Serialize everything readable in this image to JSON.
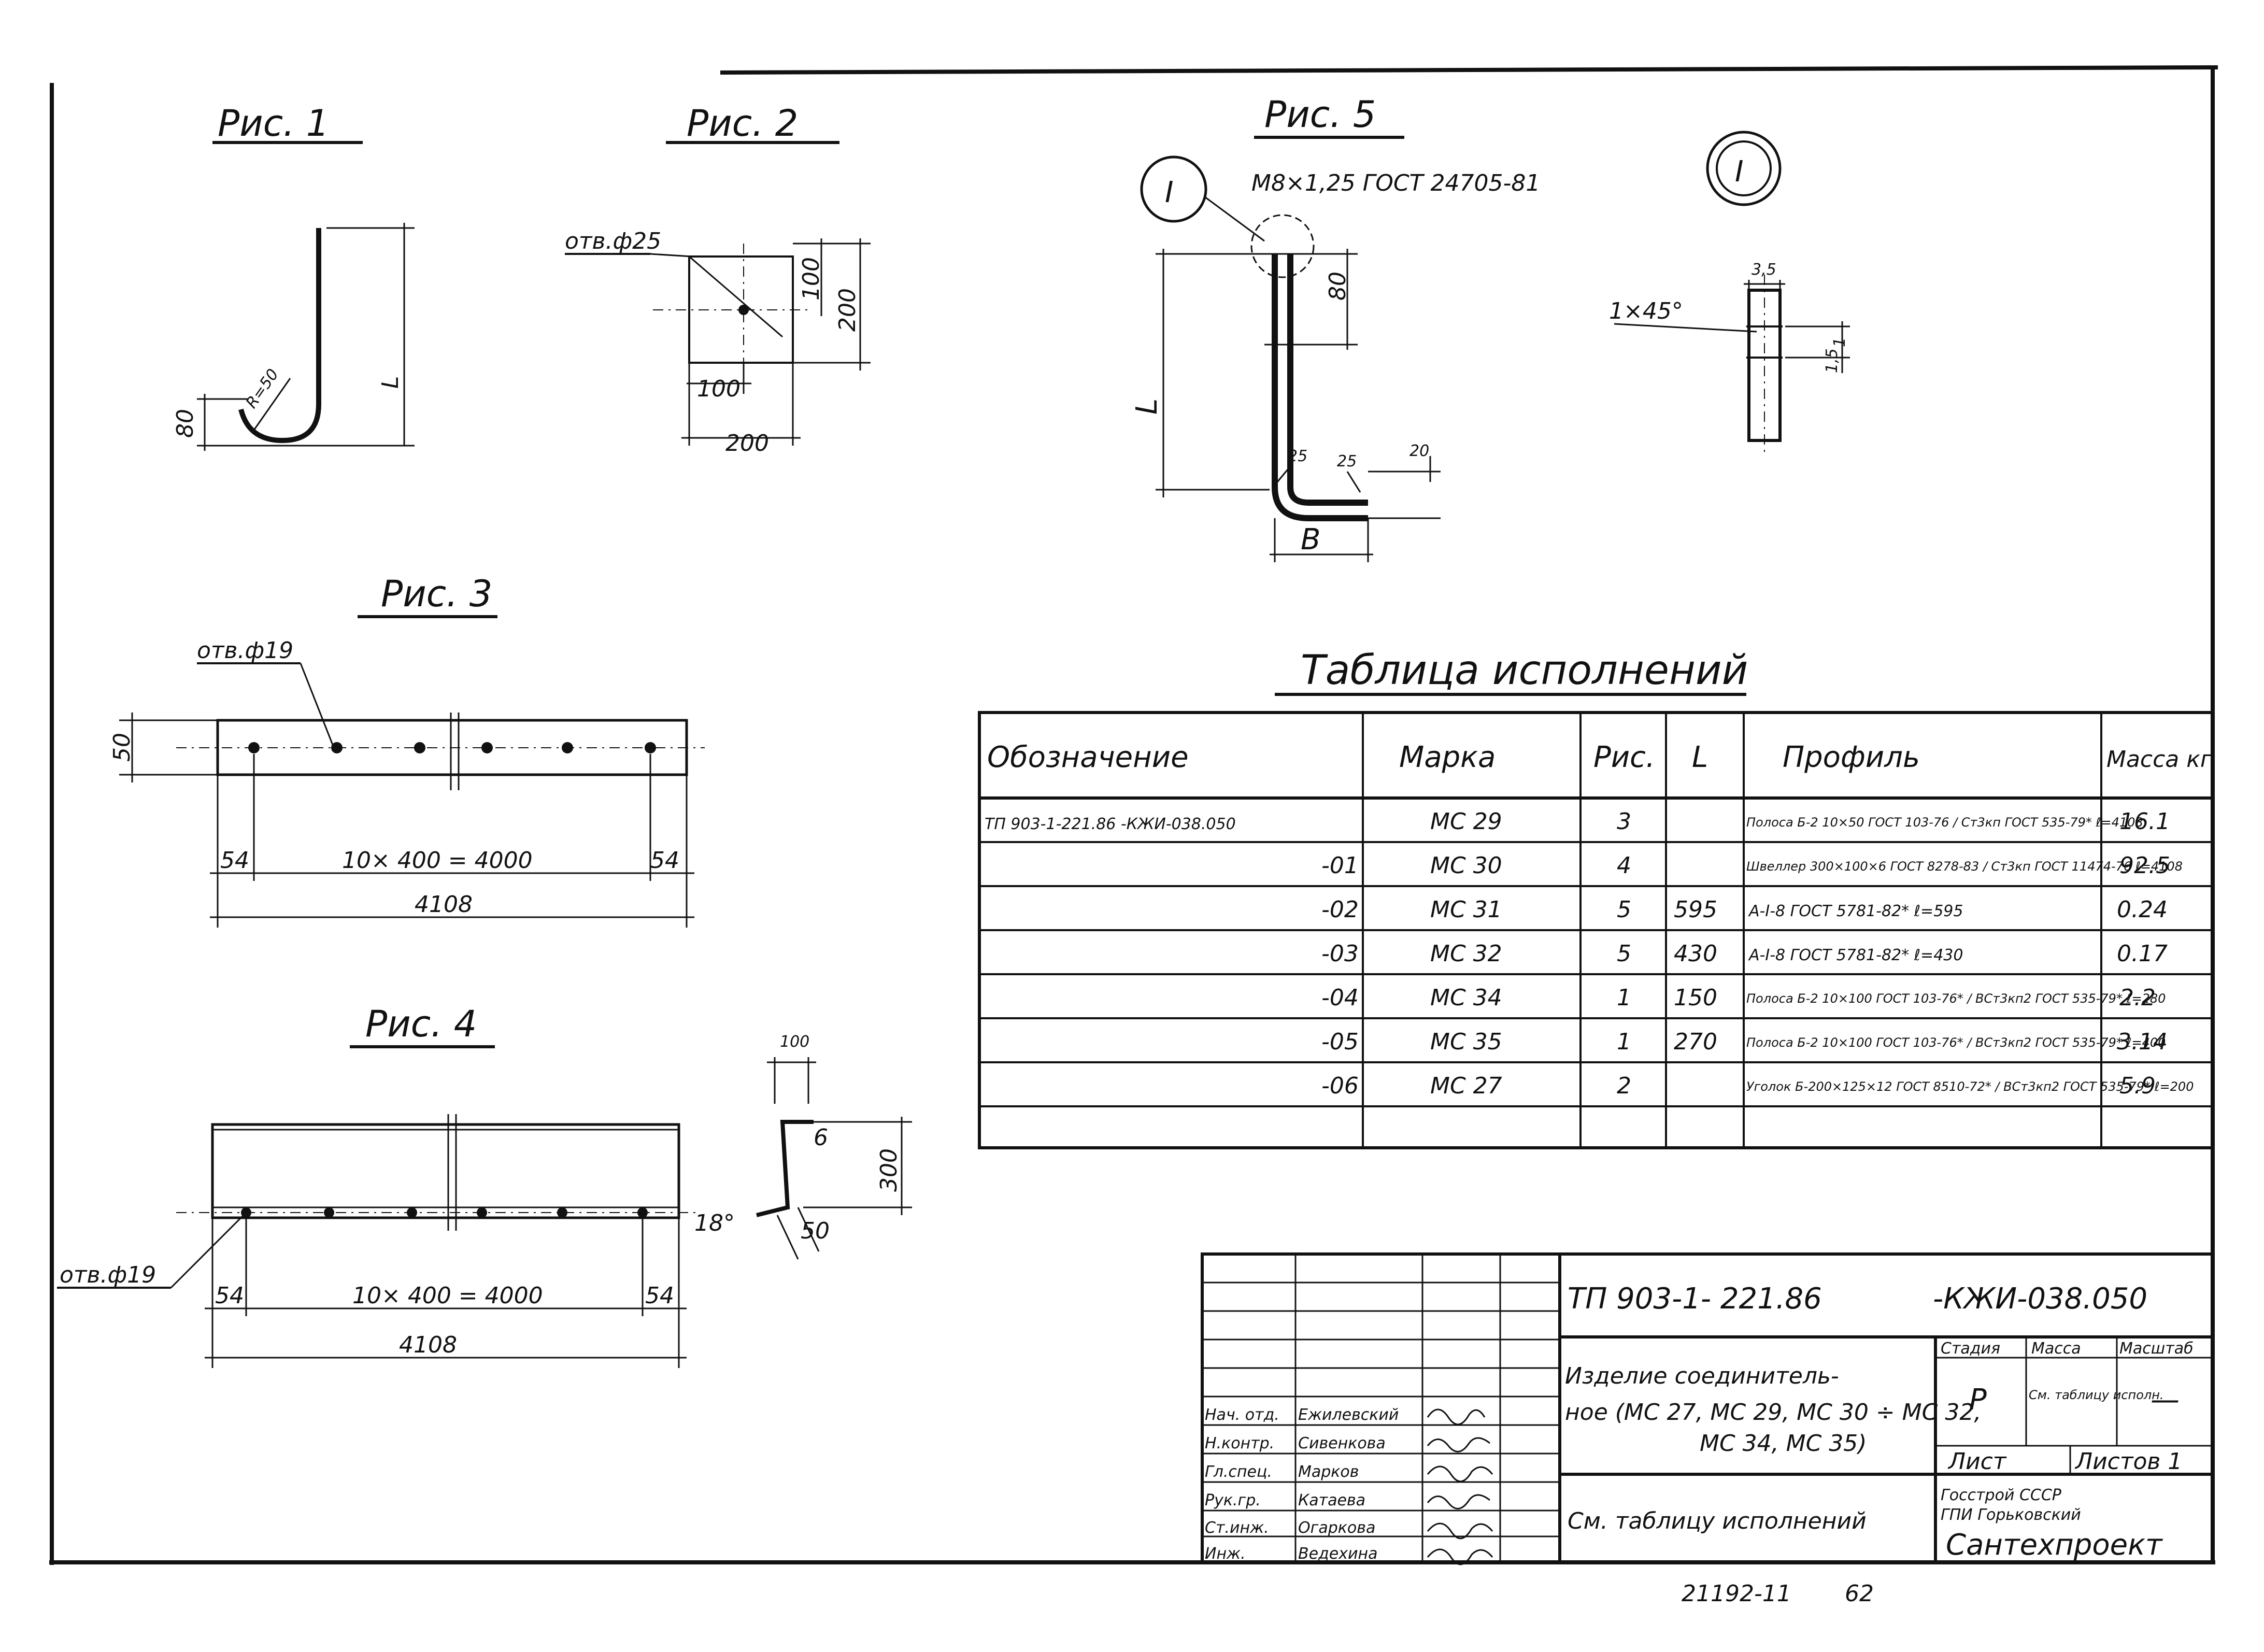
{
  "figures": {
    "fig1": {
      "title": "Рис. 1",
      "dim_80": "80",
      "dim_r": "R=50",
      "dim_L": "L"
    },
    "fig2": {
      "title": "Рис. 2",
      "hole": "отв.ф25",
      "dim_100v": "100",
      "dim_200v": "200",
      "dim_100h": "100",
      "dim_200h": "200"
    },
    "fig3": {
      "title": "Рис. 3",
      "hole": "отв.ф19",
      "dim_50": "50",
      "dim_54l": "54",
      "dim_span": "10× 400 = 4000",
      "dim_54r": "54",
      "dim_total": "4108"
    },
    "fig4": {
      "title": "Рис. 4",
      "hole": "отв.ф19",
      "dim_54l": "54",
      "dim_span": "10× 400 = 4000",
      "dim_54r": "54",
      "dim_total": "4108",
      "dim_100": "100",
      "dim_6": "6",
      "dim_300": "300",
      "dim_18": "18°",
      "dim_50": "50"
    },
    "fig5": {
      "title": "Рис. 5",
      "callout": "I",
      "thread": "M8×1,25 ГОСТ 24705-81",
      "dim_80": "80",
      "dim_L": "L",
      "dim_r25a": "25",
      "dim_r25b": "25",
      "dim_20": "20",
      "dim_B": "B"
    },
    "detail": {
      "callout": "I",
      "chamfer": "1×45°",
      "dim_35": "3,5",
      "dim_15": "1,5",
      "dim_1": "1"
    }
  },
  "table": {
    "title": "Таблица исполнений",
    "headers": [
      "Обозначение",
      "Марка",
      "Рис.",
      "L",
      "Профиль",
      "Масса кг"
    ],
    "rows": [
      {
        "designation": "ТП 903-1-221.86 -КЖИ-038.050",
        "mark": "МС 29",
        "fig": "3",
        "L": "",
        "profile": "Полоса Б-2 10×50 ГОСТ 103-76 / Ст3кп ГОСТ 535-79* ℓ=4108",
        "mass": "16.1"
      },
      {
        "designation": "-01",
        "mark": "МС 30",
        "fig": "4",
        "L": "",
        "profile": "Швеллер 300×100×6 ГОСТ 8278-83 / Ст3кп ГОСТ 11474-76 ℓ=4108",
        "mass": "92.5"
      },
      {
        "designation": "-02",
        "mark": "МС 31",
        "fig": "5",
        "L": "595",
        "profile": "А-I-8 ГОСТ 5781-82* ℓ=595",
        "mass": "0.24"
      },
      {
        "designation": "-03",
        "mark": "МС 32",
        "fig": "5",
        "L": "430",
        "profile": "А-I-8 ГОСТ 5781-82* ℓ=430",
        "mass": "0.17"
      },
      {
        "designation": "-04",
        "mark": "МС 34",
        "fig": "1",
        "L": "150",
        "profile": "Полоса Б-2 10×100 ГОСТ 103-76* / ВСт3кп2 ГОСТ 535-79* ℓ=280",
        "mass": "2.2"
      },
      {
        "designation": "-05",
        "mark": "МС 35",
        "fig": "1",
        "L": "270",
        "profile": "Полоса Б-2 10×100 ГОСТ 103-76* / ВСт3кп2 ГОСТ 535-79* ℓ=400",
        "mass": "3.14"
      },
      {
        "designation": "-06",
        "mark": "МС 27",
        "fig": "2",
        "L": "",
        "profile": "Уголок Б-200×125×12 ГОСТ 8510-72* / ВСт3кп2 ГОСТ 535-79* ℓ=200",
        "mass": "5.9"
      },
      {
        "designation": "",
        "mark": "",
        "fig": "",
        "L": "",
        "profile": "",
        "mass": ""
      }
    ]
  },
  "stamp": {
    "code": "ТП 903-1- 221.86",
    "code_suffix": "-КЖИ-038.050",
    "name": "Изделие соединитель- ное (МС 27, МС 29, МС 30 ÷ МС 32, МС 34, МС 35)",
    "see": "См. таблицу исполнений",
    "stage_label": "Стадия",
    "mass_label": "Масса",
    "scale_label": "Масштаб",
    "stage": "Р",
    "mass": "См. таблицу исполн.",
    "scale": "—",
    "sheet_label": "Лист",
    "sheets_label": "Листов 1",
    "org": "Госстрой СССР ГПИ Горьковский Сантехпроект",
    "people": [
      {
        "role": "Нач. отд.",
        "name": "Ежилевский"
      },
      {
        "role": "Н.контр.",
        "name": "Сивенкова"
      },
      {
        "role": "Гл.спец.",
        "name": "Марков"
      },
      {
        "role": "Рук.гр.",
        "name": "Катаева"
      },
      {
        "role": "Ст.инж.",
        "name": "Огаркова"
      },
      {
        "role": "Инж.",
        "name": "Ведехина"
      }
    ]
  },
  "footer": {
    "archive": "21192-11",
    "page": "62"
  }
}
